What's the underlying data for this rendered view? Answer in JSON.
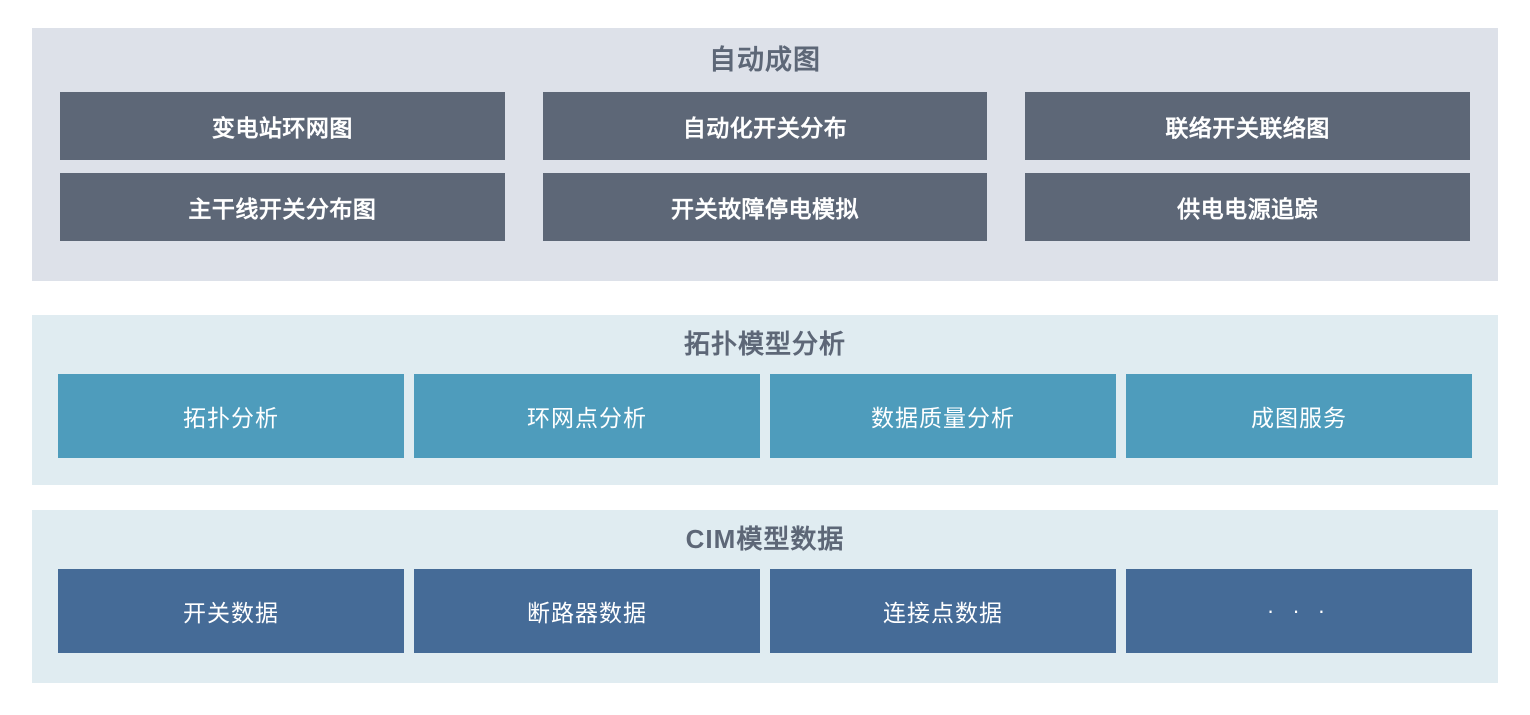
{
  "sections": [
    {
      "id": "auto-mapping",
      "title": "自动成图",
      "background": "#dde1e9",
      "tile_color": "#5d6777",
      "rows": [
        [
          {
            "label": "变电站环网图"
          },
          {
            "label": "自动化开关分布"
          },
          {
            "label": "联络开关联络图"
          }
        ],
        [
          {
            "label": "主干线开关分布图"
          },
          {
            "label": "开关故障停电模拟"
          },
          {
            "label": "供电电源追踪"
          }
        ]
      ]
    },
    {
      "id": "topology-model-analysis",
      "title": "拓扑模型分析",
      "background": "#e0ecf1",
      "tile_color": "#4e9cbc",
      "rows": [
        [
          {
            "label": "拓扑分析"
          },
          {
            "label": "环网点分析"
          },
          {
            "label": "数据质量分析"
          },
          {
            "label": "成图服务"
          }
        ]
      ]
    },
    {
      "id": "cim-model-data",
      "title": "CIM模型数据",
      "background": "#e0ecf1",
      "tile_color": "#456b97",
      "rows": [
        [
          {
            "label": "开关数据"
          },
          {
            "label": "断路器数据"
          },
          {
            "label": "连接点数据"
          },
          {
            "label": "· · ·"
          }
        ]
      ]
    }
  ],
  "theme": {
    "page_background": "#ffffff",
    "title_color": "#5d6777",
    "tile_text_color": "#ffffff"
  }
}
